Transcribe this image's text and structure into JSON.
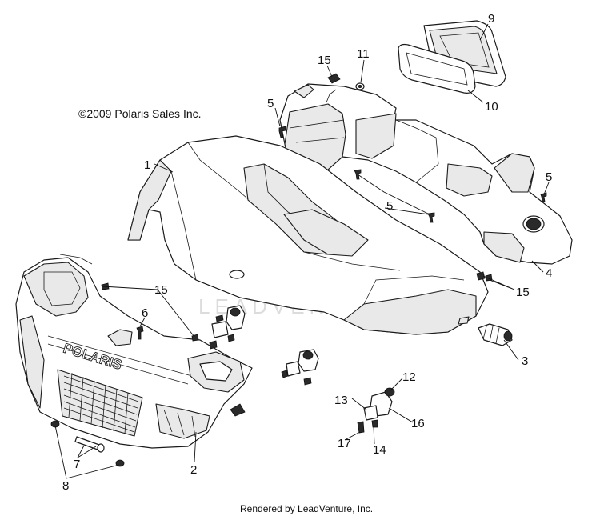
{
  "copyright": "©2009 Polaris Sales Inc.",
  "footer": "Rendered by LeadVenture, Inc.",
  "watermark": "LEADVENTURE",
  "callouts": [
    {
      "id": "1",
      "label": "1"
    },
    {
      "id": "2",
      "label": "2"
    },
    {
      "id": "3",
      "label": "3"
    },
    {
      "id": "4",
      "label": "4"
    },
    {
      "id": "5a",
      "label": "5"
    },
    {
      "id": "5b",
      "label": "5"
    },
    {
      "id": "5c",
      "label": "5"
    },
    {
      "id": "6",
      "label": "6"
    },
    {
      "id": "7",
      "label": "7"
    },
    {
      "id": "8",
      "label": "8"
    },
    {
      "id": "9",
      "label": "9"
    },
    {
      "id": "10",
      "label": "10"
    },
    {
      "id": "11",
      "label": "11"
    },
    {
      "id": "12",
      "label": "12"
    },
    {
      "id": "13",
      "label": "13"
    },
    {
      "id": "14",
      "label": "14"
    },
    {
      "id": "15a",
      "label": "15"
    },
    {
      "id": "15b",
      "label": "15"
    },
    {
      "id": "15c",
      "label": "15"
    },
    {
      "id": "16",
      "label": "16"
    },
    {
      "id": "17",
      "label": "17"
    }
  ],
  "grille_logo": "POLARIS"
}
